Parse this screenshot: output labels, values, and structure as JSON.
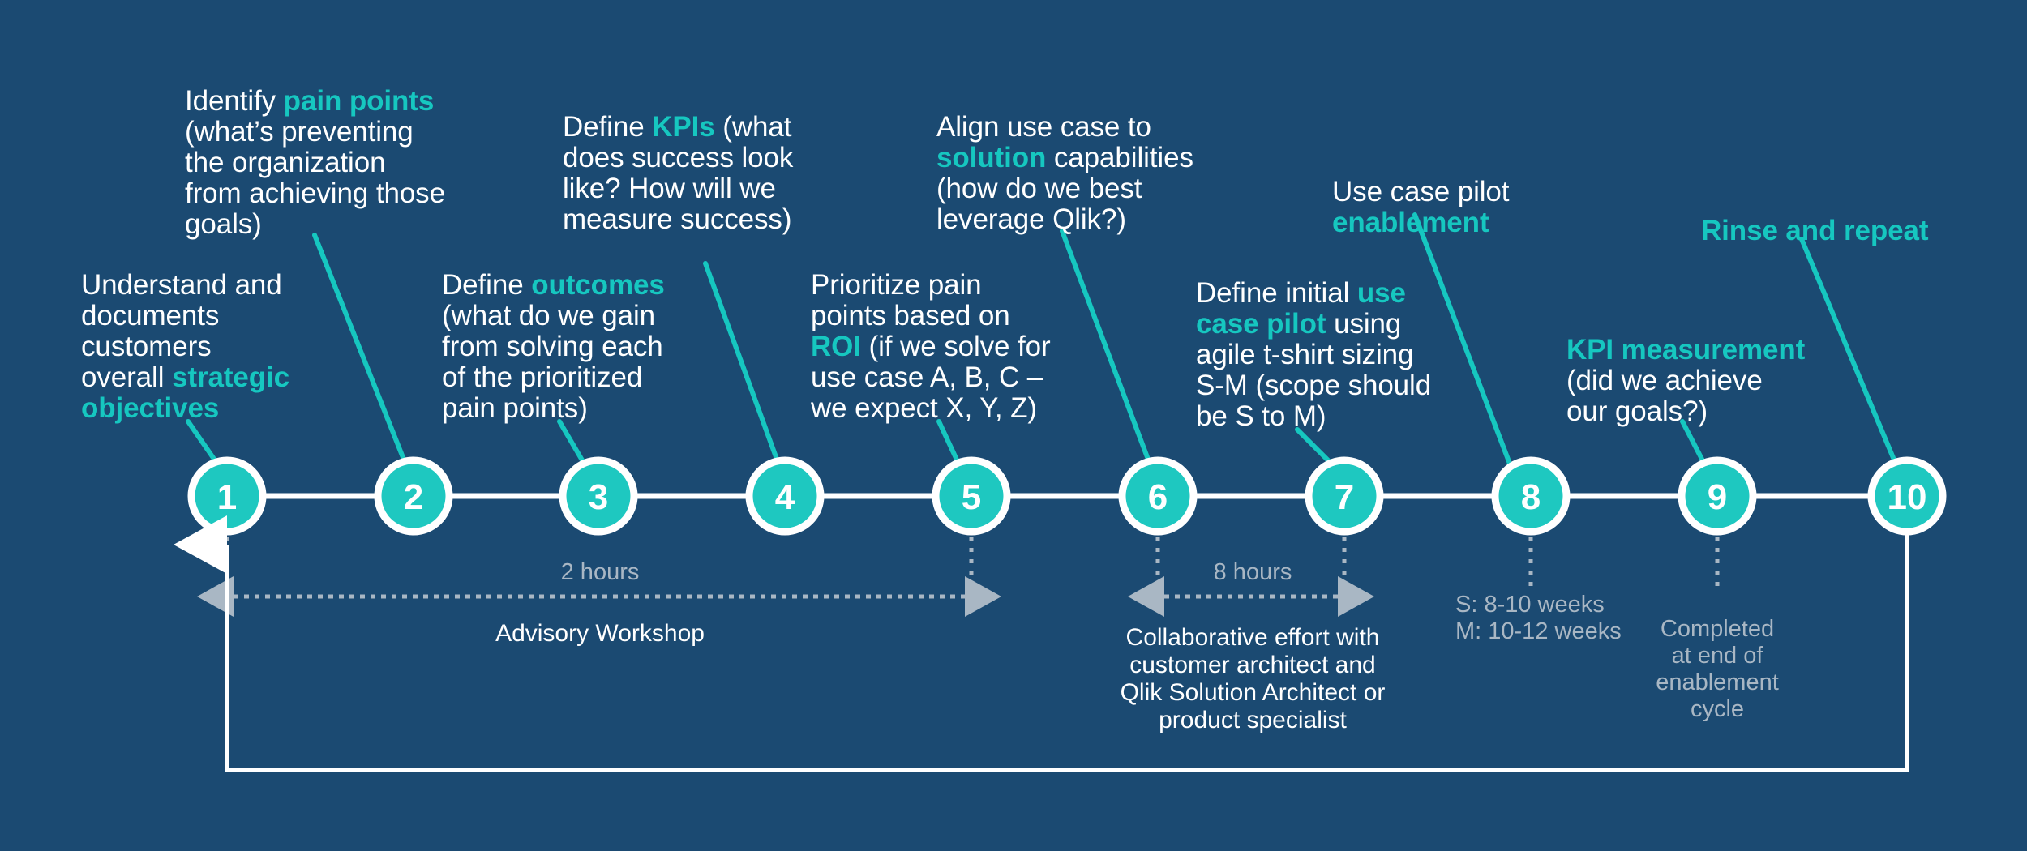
{
  "theme": {
    "background": "#1b4a72",
    "accent_teal": "#16c7c0",
    "node_fill": "#1ec8c0",
    "node_ring": "#ffffff",
    "rail": "#ffffff",
    "muted_text": "#a9b7c4",
    "body_text": "#ffffff"
  },
  "nodes": [
    {
      "number": "1"
    },
    {
      "number": "2"
    },
    {
      "number": "3"
    },
    {
      "number": "4"
    },
    {
      "number": "5"
    },
    {
      "number": "6"
    },
    {
      "number": "7"
    },
    {
      "number": "8"
    },
    {
      "number": "9"
    },
    {
      "number": "10"
    }
  ],
  "callouts": [
    {
      "id": "step-1",
      "node": "1",
      "pre": "Understand and\ndocuments\ncustomers\noverall ",
      "highlight": "strategic\nobjectives",
      "post": ""
    },
    {
      "id": "step-2",
      "node": "2",
      "pre": "Identify ",
      "highlight": "pain points",
      "post": "\n(what’s preventing\nthe organization\nfrom achieving those\ngoals)"
    },
    {
      "id": "step-3",
      "node": "3",
      "pre": "Define ",
      "highlight": "outcomes",
      "post": "\n(what do we gain\nfrom solving each\nof the prioritized\npain points)"
    },
    {
      "id": "step-4",
      "node": "4",
      "pre": "Define ",
      "highlight": "KPIs",
      "post": " (what\ndoes success look\nlike? How will we\nmeasure success)"
    },
    {
      "id": "step-5",
      "node": "5",
      "pre": "Prioritize pain\npoints based on\n",
      "highlight": "ROI",
      "post": " (if we solve for\nuse case A, B, C –\nwe expect X, Y, Z)"
    },
    {
      "id": "step-6",
      "node": "6",
      "pre": "Align use case to\n",
      "highlight": "solution",
      "post": " capabilities\n(how do we best\nleverage Qlik?)"
    },
    {
      "id": "step-7",
      "node": "7",
      "pre": "Define initial ",
      "highlight": "use\ncase pilot",
      "post": " using\nagile t-shirt sizing\nS-M (scope should\nbe S to M)"
    },
    {
      "id": "step-8",
      "node": "8",
      "pre": "Use case pilot\n",
      "highlight": "enablement",
      "post": ""
    },
    {
      "id": "step-9",
      "node": "9",
      "pre": "",
      "highlight": "KPI measurement",
      "post": "\n(did we achieve\nour goals?)"
    },
    {
      "id": "step-10",
      "node": "10",
      "pre": "",
      "highlight": "Rinse and repeat",
      "post": ""
    }
  ],
  "annotations": {
    "workshop_duration": "2 hours",
    "workshop_label": "Advisory Workshop",
    "collab_duration": "8 hours",
    "collab_label": "Collaborative effort with\ncustomer architect and\nQlik Solution Architect or\nproduct specialist",
    "pilot_sizing": "S: 8-10 weeks\nM: 10-12 weeks",
    "kpi_timing": "Completed\nat end of\nenablement\ncycle"
  }
}
